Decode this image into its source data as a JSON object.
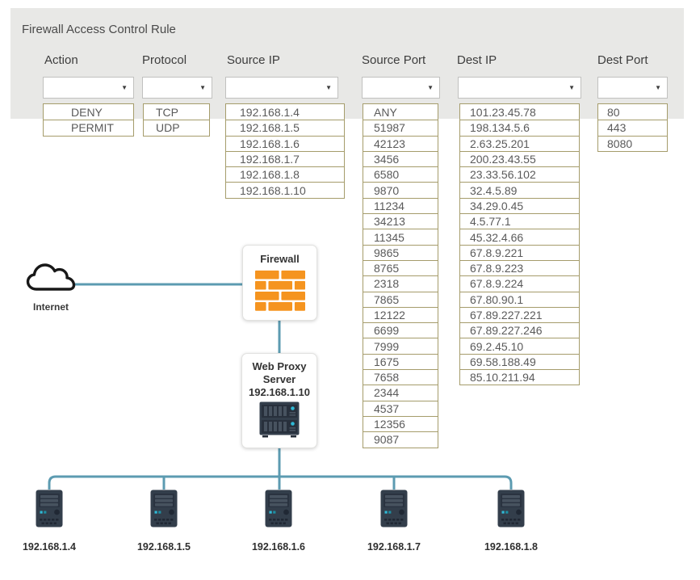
{
  "title": "Firewall Access Control Rule",
  "columns": [
    {
      "label": "Action",
      "value": "",
      "options": [
        "DENY",
        "PERMIT"
      ]
    },
    {
      "label": "Protocol",
      "value": "",
      "options": [
        "TCP",
        "UDP"
      ]
    },
    {
      "label": "Source IP",
      "value": "",
      "options": [
        "192.168.1.4",
        "192.168.1.5",
        "192.168.1.6",
        "192.168.1.7",
        "192.168.1.8",
        "192.168.1.10"
      ]
    },
    {
      "label": "Source Port",
      "value": "",
      "options": [
        "ANY",
        "51987",
        "42123",
        "3456",
        "6580",
        "9870",
        "11234",
        "34213",
        "11345",
        "9865",
        "8765",
        "2318",
        "7865",
        "12122",
        "6699",
        "7999",
        "1675",
        "7658",
        "2344",
        "4537",
        "12356",
        "9087"
      ]
    },
    {
      "label": "Dest IP",
      "value": "",
      "options": [
        "101.23.45.78",
        "198.134.5.6",
        "2.63.25.201",
        "200.23.43.55",
        "23.33.56.102",
        "32.4.5.89",
        "34.29.0.45",
        "4.5.77.1",
        "45.32.4.66",
        "67.8.9.221",
        "67.8.9.223",
        "67.8.9.224",
        "67.80.90.1",
        "67.89.227.221",
        "67.89.227.246",
        "69.2.45.10",
        "69.58.188.49",
        "85.10.211.94"
      ]
    },
    {
      "label": "Dest Port",
      "value": "",
      "options": [
        "80",
        "443",
        "8080"
      ]
    }
  ],
  "diagram": {
    "internet_label": "Internet",
    "firewall_label": "Firewall",
    "proxy_label_line1": "Web Proxy",
    "proxy_label_line2": "Server",
    "proxy_ip": "192.168.1.10",
    "hosts": [
      "192.168.1.4",
      "192.168.1.5",
      "192.168.1.6",
      "192.168.1.7",
      "192.168.1.8"
    ]
  },
  "icons": {
    "dropdown_caret": "▼",
    "cloud": "internet-cloud-icon",
    "firewall": "firewall-brick-icon",
    "proxy": "rack-server-icon",
    "host": "tower-pc-icon"
  },
  "colors": {
    "panel_gray": "#e8e8e6",
    "list_border": "#a59c6b",
    "connector_blue": "#5c9bb1",
    "brick_orange": "#f5941f",
    "device_body": "#333e4b",
    "led_cyan": "#2fb9d6"
  }
}
